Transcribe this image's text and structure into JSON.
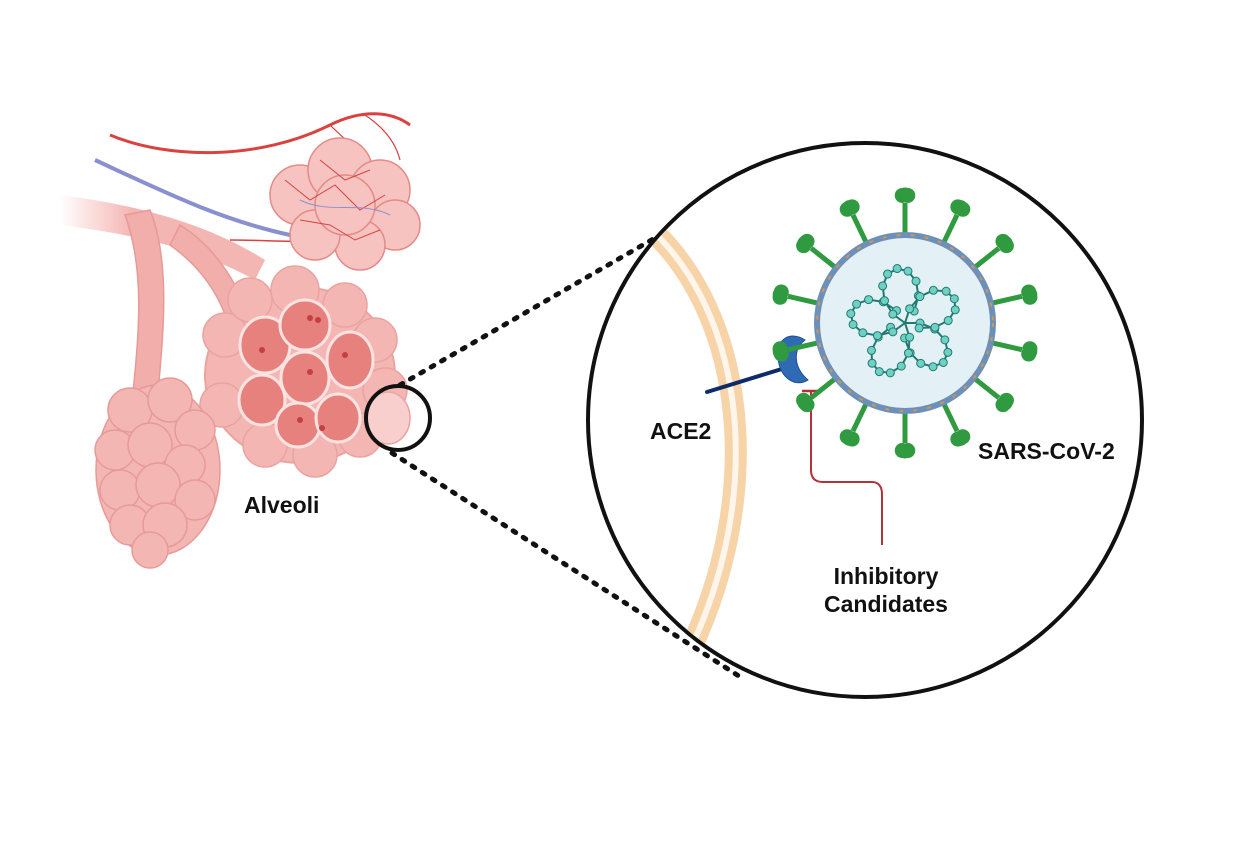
{
  "figure": {
    "type": "biological schematic",
    "description": "Alveoli with magnified view of SARS-CoV-2 spike binding ACE2 receptor, blocked by inhibitory candidates"
  },
  "labels": {
    "alveoli": "Alveoli",
    "ace2": "ACE2",
    "virus": "SARS-CoV-2",
    "inhibitor_line1": "Inhibitory",
    "inhibitor_line2": "Candidates"
  },
  "colors": {
    "alveoli_fill": "#f4b6b3",
    "alveoli_stroke": "#e58f8c",
    "artery": "#d9423f",
    "vein": "#8a8fd0",
    "zoom_circle": "#111111",
    "membrane": "#f7d3a8",
    "ace2_receptor": "#2f6bb5",
    "ace2_stalk": "#0d2a6b",
    "virus_envelope": "#6d8fb8",
    "virus_interior": "#e3f1f7",
    "virus_rna": "#2a9d8f",
    "spike": "#2f9a3f",
    "inhibition_line": "#b5303a"
  }
}
